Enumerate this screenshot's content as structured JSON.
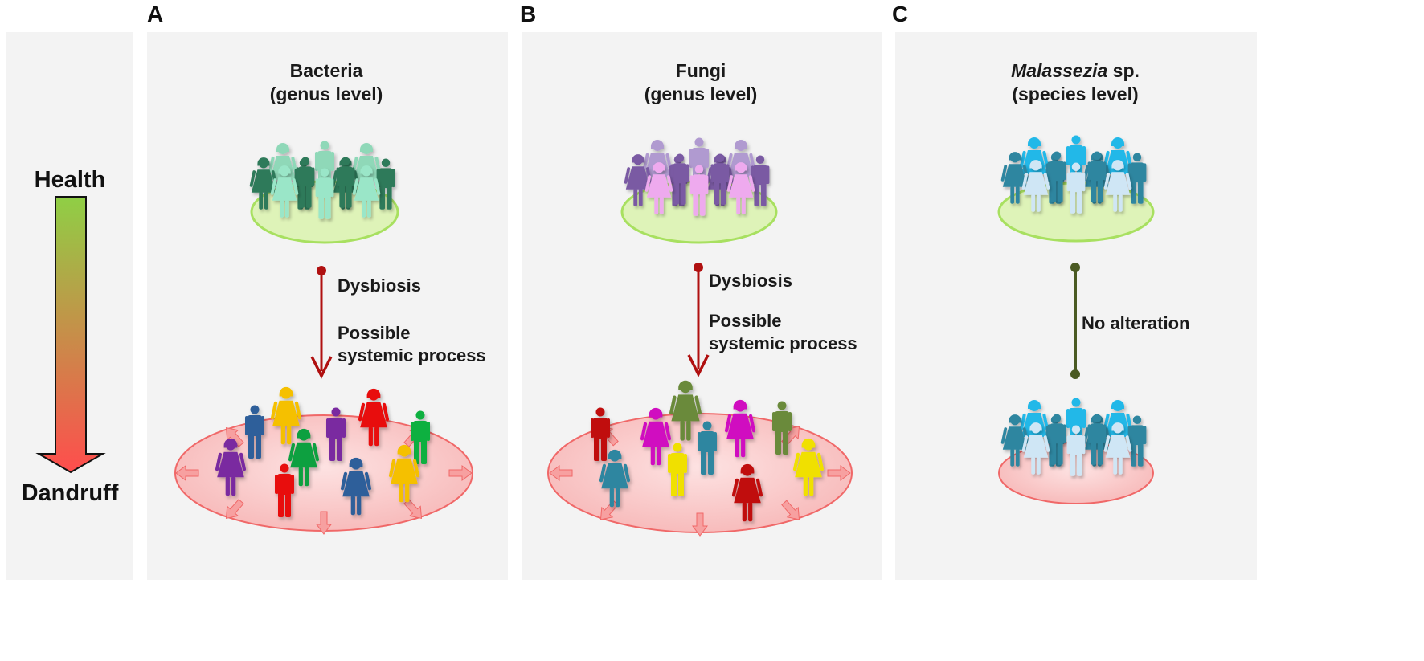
{
  "side_scale": {
    "top_label": "Health",
    "bottom_label": "Dandruff",
    "gradient_top": "#8fcf45",
    "gradient_bottom": "#ff4d4d"
  },
  "panels": [
    {
      "letter": "A",
      "title_line1": "Bacteria",
      "title_line2": "(genus level)",
      "label1": "Dysbiosis",
      "label2a": "Possible",
      "label2b": "systemic process",
      "healthy_colors": [
        "#2f7a5a",
        "#8fd8b8",
        "#9ae6c8"
      ]
    },
    {
      "letter": "B",
      "title_line1": "Fungi",
      "title_line2": "(genus level)",
      "label1": "Dysbiosis",
      "label2a": "Possible",
      "label2b": "systemic process",
      "healthy_colors": [
        "#7a5aa3",
        "#b09ad0",
        "#eeaaee"
      ]
    },
    {
      "letter": "C",
      "title_italic": "Malassezia",
      "title_rest": " sp.",
      "title_line2": "(species level)",
      "label1": "No alteration",
      "healthy_colors": [
        "#2e86a0",
        "#22b8e8",
        "#cfe6f5"
      ]
    }
  ],
  "colors": {
    "arrow": "#b01010",
    "line_c": "#4a5a22",
    "healthy_fill": "#def3b8",
    "healthy_stroke": "#a8e060",
    "dysbiosis_fill": "#f7b8b8",
    "dysbiosis_stroke": "#f06868"
  }
}
